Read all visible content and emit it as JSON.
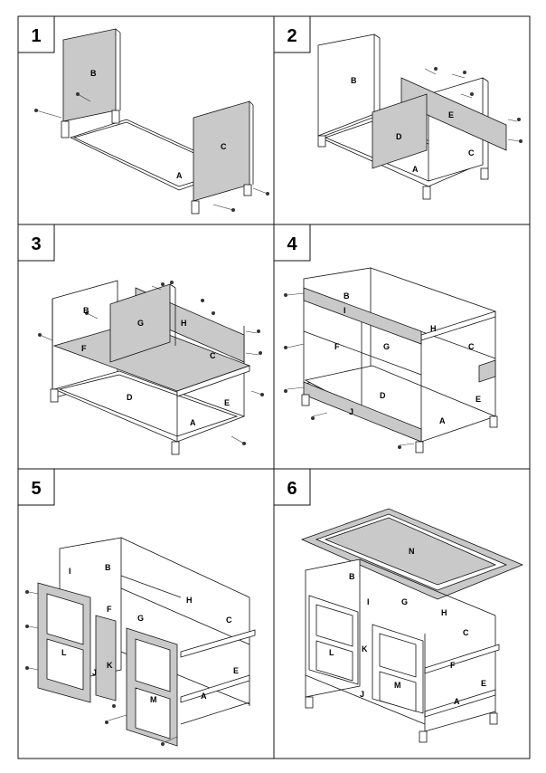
{
  "steps": [
    {
      "number": "1",
      "labels": [
        "B",
        "C",
        "A"
      ]
    },
    {
      "number": "2",
      "labels": [
        "B",
        "E",
        "D",
        "C",
        "A"
      ]
    },
    {
      "number": "3",
      "labels": [
        "B",
        "G",
        "H",
        "F",
        "C",
        "D",
        "E",
        "A"
      ]
    },
    {
      "number": "4",
      "labels": [
        "B",
        "I",
        "H",
        "F",
        "G",
        "C",
        "D",
        "E",
        "J",
        "A"
      ]
    },
    {
      "number": "5",
      "labels": [
        "I",
        "B",
        "H",
        "F",
        "G",
        "C",
        "L",
        "K",
        "J",
        "E",
        "M",
        "A"
      ]
    },
    {
      "number": "6",
      "labels": [
        "N",
        "B",
        "I",
        "G",
        "H",
        "C",
        "L",
        "K",
        "F",
        "E",
        "M",
        "J",
        "A"
      ]
    }
  ],
  "colors": {
    "panel_gray": "#c9c9c9",
    "line": "#111111",
    "background": "#ffffff"
  }
}
